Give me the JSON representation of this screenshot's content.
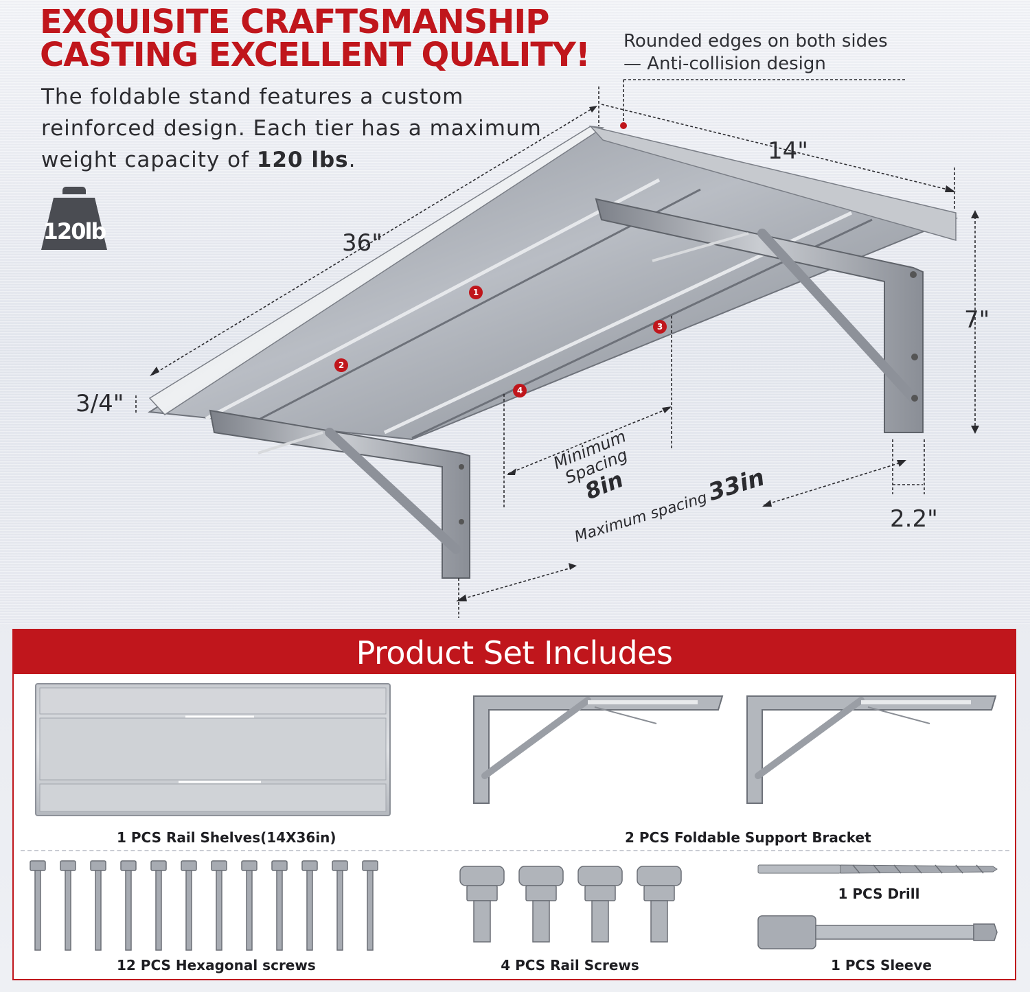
{
  "headline": {
    "line1": "EXQUISITE CRAFTSMANSHIP",
    "line2": "CASTING EXCELLENT QUALITY!"
  },
  "description": {
    "text_before": "The foldable stand features a custom reinforced design. Each tier has a maximum weight capacity of ",
    "bold": "120 lbs",
    "text_after": "."
  },
  "weight_badge": {
    "label": "120lb",
    "icon": "weight-icon"
  },
  "edge_note": {
    "line1": "Rounded edges on both sides",
    "line2": "— Anti-collision design"
  },
  "dimensions": {
    "length": "36\"",
    "depth": "14\"",
    "height": "7\"",
    "thickness": "3/4\"",
    "bracket_offset": "2.2\""
  },
  "spacing": {
    "min_line1": "Minimum",
    "min_line2": "Spacing",
    "min_value": "8in",
    "max_label": "Maximum spacing",
    "max_value": "33in"
  },
  "markers": [
    "1",
    "2",
    "3",
    "4"
  ],
  "product_set": {
    "title": "Product Set Includes",
    "items": [
      {
        "caption": "1 PCS Rail Shelves(14X36in)",
        "icon": "shelf-icon"
      },
      {
        "caption": "2 PCS Foldable Support Bracket",
        "icon": "bracket-icon"
      },
      {
        "caption": "12 PCS Hexagonal screws",
        "icon": "hex-screw-icon"
      },
      {
        "caption": "4 PCS Rail Screws",
        "icon": "rail-screw-icon"
      },
      {
        "caption": "1 PCS Drill",
        "icon": "drill-icon"
      },
      {
        "caption": "1 PCS Sleeve",
        "icon": "sleeve-icon"
      }
    ]
  },
  "colors": {
    "accent": "#c0161c",
    "steel": "#a9adb5",
    "text": "#2b2b2f"
  }
}
